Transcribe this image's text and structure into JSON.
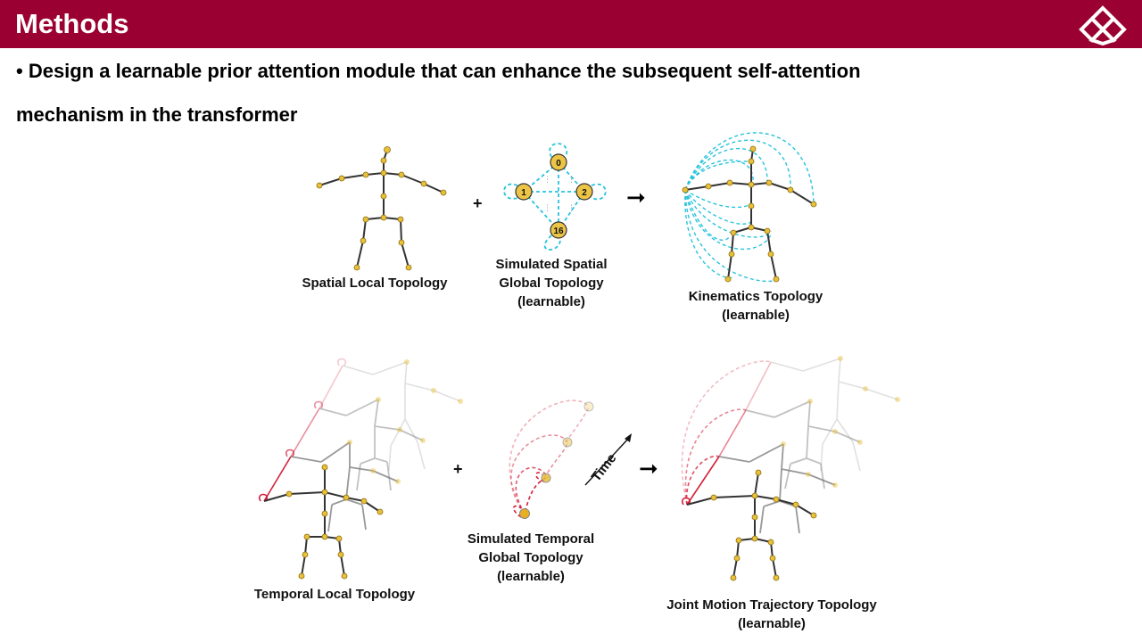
{
  "header": {
    "title": "Methods",
    "logo_icon": "university-logo-icon",
    "background_color": "#9b0032"
  },
  "bullet": {
    "line1": "• Design a learnable prior attention module that can enhance the subsequent self-attention",
    "line2": "mechanism in the transformer"
  },
  "spatial_row": {
    "local_caption": "Spatial Local Topology",
    "plus": "+",
    "global_caption_lines": [
      "Simulated Spatial",
      "Global Topology",
      "(learnable)"
    ],
    "global_nodes": [
      "0",
      "1",
      "2",
      "16"
    ],
    "arrow": "➞",
    "kinematics_caption_lines": [
      "Kinematics Topology",
      "(learnable)"
    ]
  },
  "temporal_row": {
    "local_caption": "Temporal Local Topology",
    "plus": "+",
    "global_caption_lines": [
      "Simulated Temporal",
      "Global Topology",
      "(learnable)"
    ],
    "time_label": "Time",
    "arrow": "➞",
    "trajectory_caption_lines": [
      "Joint Motion Trajectory Topology",
      "(learnable)"
    ]
  },
  "colors": {
    "joint": "#e8c03a",
    "bone": "#333333",
    "spatial_dash": "#29c3dc",
    "temporal_dash": "#d3203a"
  }
}
